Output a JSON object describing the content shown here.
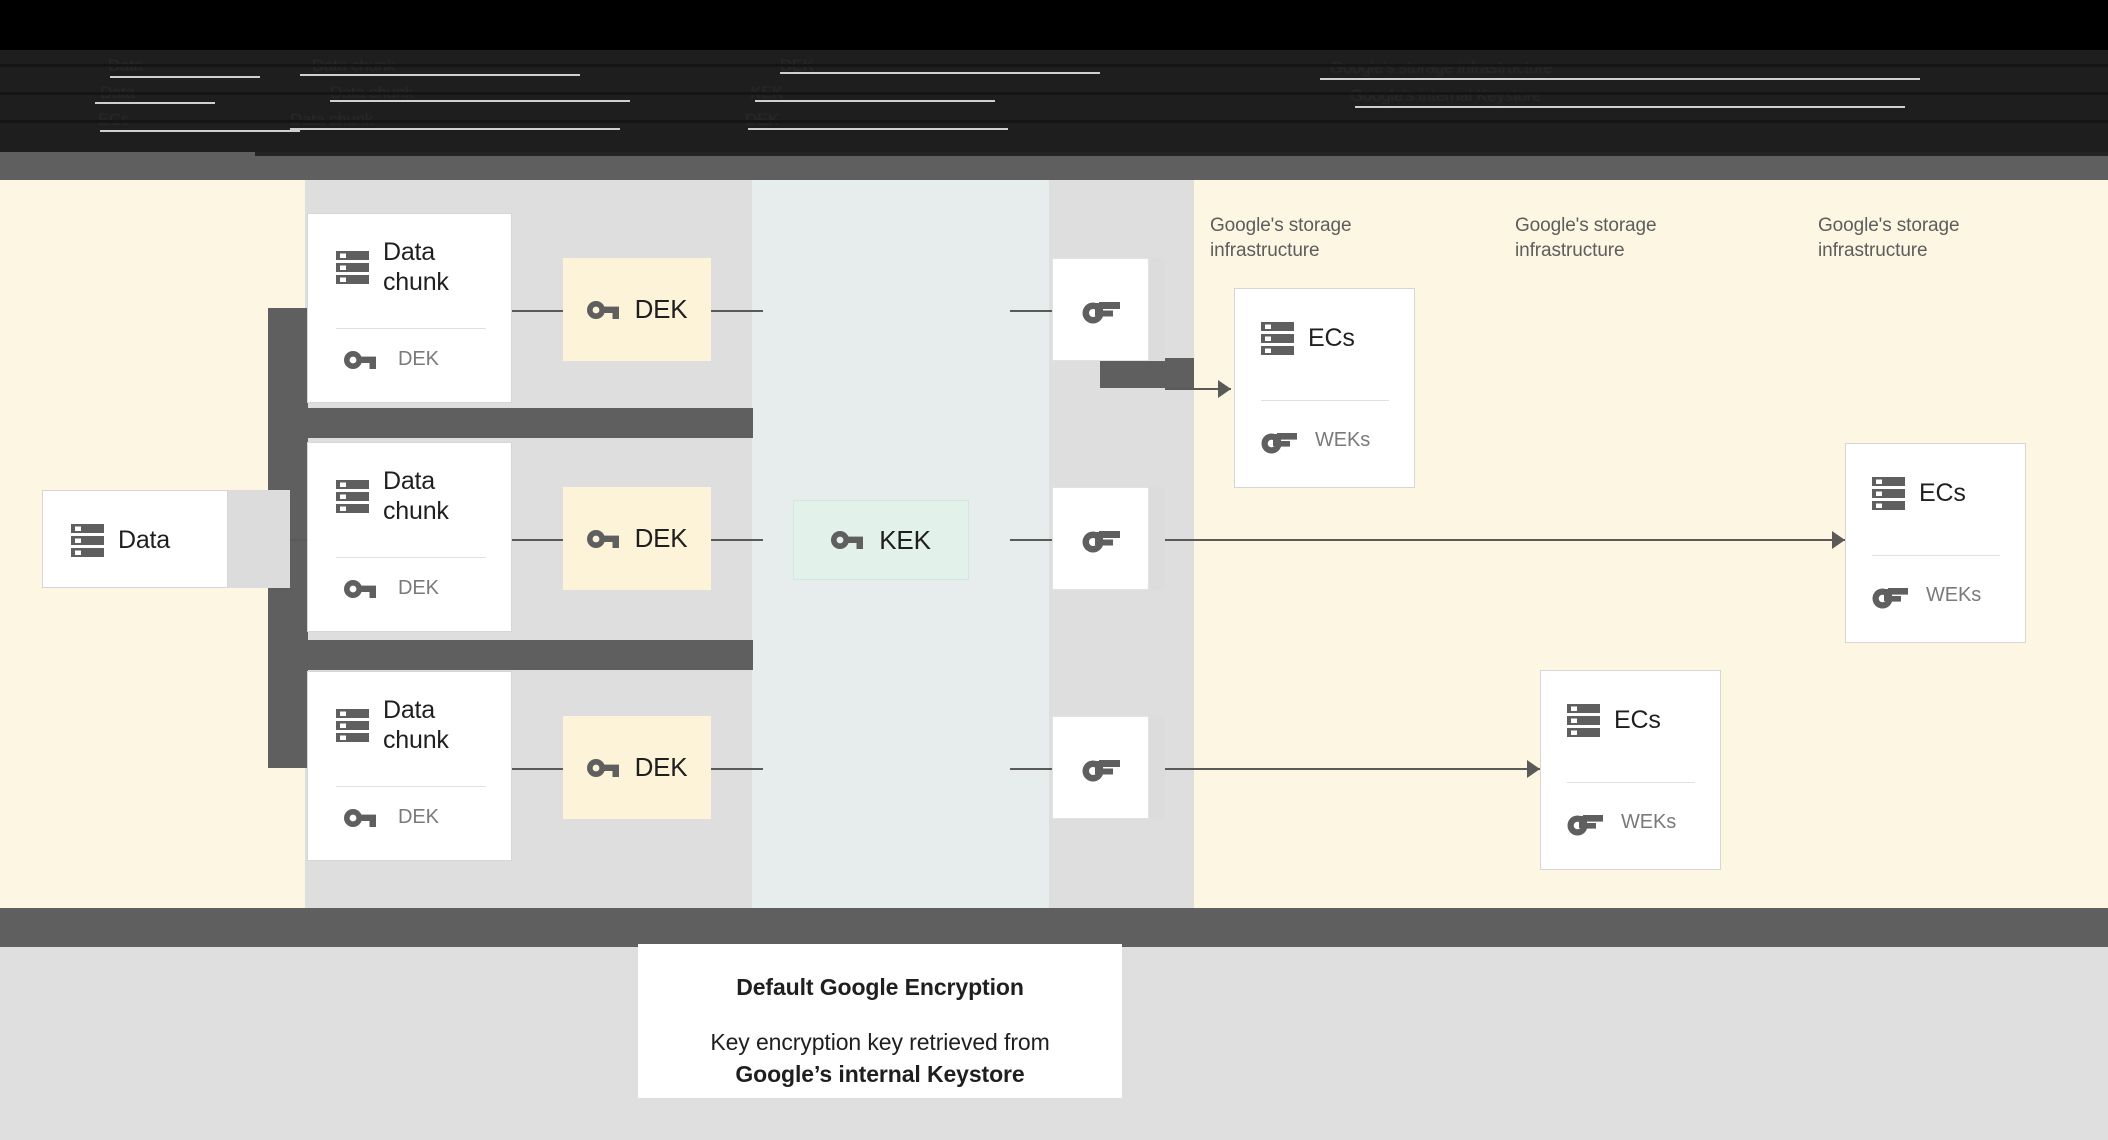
{
  "header": {
    "obscured": true,
    "note": "redacted dark header band",
    "lines": [
      "Data",
      "Data chunk",
      "DEK",
      "Data",
      "DEK",
      "KEK",
      "ECs",
      "Google's storage infrastructure",
      "Google's internal Keystore"
    ]
  },
  "diagram": {
    "source": {
      "label": "Data",
      "icon": "database-icon"
    },
    "chunks": [
      {
        "title": "Data chunk",
        "sub": "DEK",
        "icon": "database-icon",
        "sub_icon": "key-icon"
      },
      {
        "title": "Data chunk",
        "sub": "DEK",
        "icon": "database-icon",
        "sub_icon": "key-icon"
      },
      {
        "title": "Data chunk",
        "sub": "DEK",
        "icon": "database-icon",
        "sub_icon": "key-icon"
      }
    ],
    "deks": [
      {
        "label": "DEK",
        "icon": "key-icon"
      },
      {
        "label": "DEK",
        "icon": "key-icon"
      },
      {
        "label": "DEK",
        "icon": "key-icon"
      }
    ],
    "kek": {
      "label": "KEK",
      "icon": "key-icon"
    },
    "wrapped_keys": [
      {
        "icon": "key-icon"
      },
      {
        "icon": "key-icon"
      },
      {
        "icon": "key-icon"
      }
    ],
    "zone_labels": [
      "Google's storage infrastructure",
      "Google's storage infrastructure",
      "Google's storage infrastructure"
    ],
    "ec_cards": [
      {
        "title": "ECs",
        "sub": "WEKs",
        "icon": "database-icon",
        "sub_icon": "key-icon"
      },
      {
        "title": "ECs",
        "sub": "WEKs",
        "icon": "database-icon",
        "sub_icon": "key-icon"
      },
      {
        "title": "ECs",
        "sub": "WEKs",
        "icon": "database-icon",
        "sub_icon": "key-icon"
      }
    ]
  },
  "caption": {
    "title": "Default Google Encryption",
    "body_line1": "Key encryption key retrieved from",
    "body_line2": "Google’s internal Keystore"
  },
  "colors": {
    "cream": "#fdf6e3",
    "grey_zone": "#dedede",
    "blue_zone": "#e7ecec",
    "band": "#5f5f5f",
    "kek_green": "#e2f1ea",
    "dek_cream": "#fdf3d8",
    "icon_grey": "#5f5f5f",
    "text_dark": "#1f1f1f",
    "text_muted": "#7a7a78",
    "line": "#5a5a58",
    "bottom_grey": "#dfdfdf"
  }
}
